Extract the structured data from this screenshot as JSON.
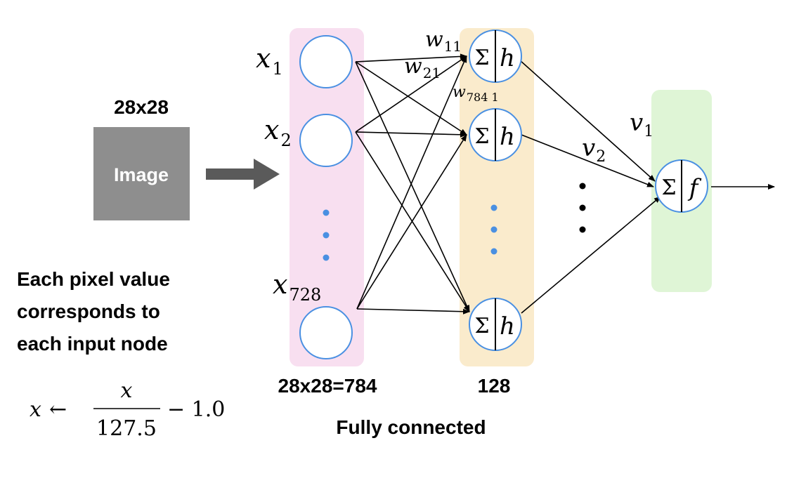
{
  "input_image": {
    "size_label": "28x28",
    "box_label": "Image",
    "box_color": "#8e8e8e",
    "arrow_color": "#5a5a5a"
  },
  "description_lines": [
    "Each pixel value",
    "corresponds to",
    "each input node"
  ],
  "formula": {
    "lhs": "x",
    "arrow": "←",
    "numerator": "x",
    "denominator": "127.5",
    "tail": "− 1.0"
  },
  "input_layer": {
    "band_color": "#f8dff0",
    "node_labels": [
      {
        "base": "x",
        "sub": "1"
      },
      {
        "base": "x",
        "sub": "2"
      },
      {
        "base": "x",
        "sub": "728"
      }
    ],
    "count_label": "28x28=784"
  },
  "hidden_layer": {
    "band_color": "#faebcc",
    "sum_symbol": "Σ",
    "activation": "h",
    "count_label": "128"
  },
  "output_layer": {
    "band_color": "#dff5d6",
    "sum_symbol": "Σ",
    "activation": "f"
  },
  "weights": [
    {
      "base": "w",
      "sub": "11"
    },
    {
      "base": "w",
      "sub": "21"
    },
    {
      "base": "w",
      "sub": "784 1"
    }
  ],
  "output_weights": [
    {
      "base": "v",
      "sub": "1"
    },
    {
      "base": "v",
      "sub": "2"
    }
  ],
  "connection_label": "Fully connected",
  "node_stroke_color": "#4a90e2",
  "ellipsis_dot_color": "#4a90e2"
}
